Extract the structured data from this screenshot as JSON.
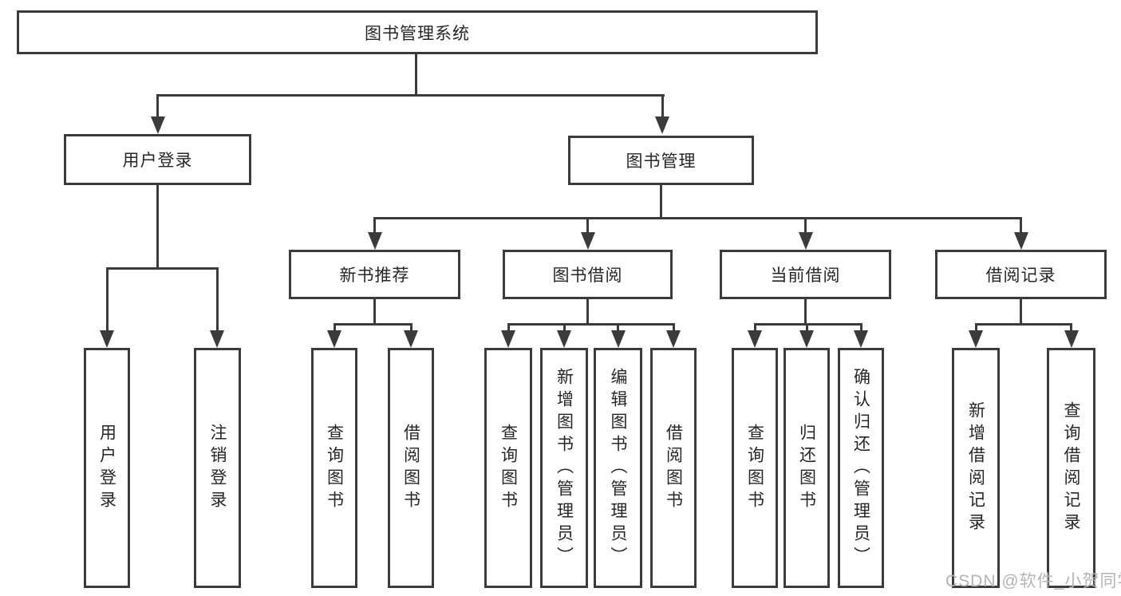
{
  "root_label": "图书管理系统",
  "user_login": {
    "label": "用户登录",
    "children": [
      "用户登录",
      "注销登录"
    ]
  },
  "book_mgmt": {
    "label": "图书管理"
  },
  "sections": {
    "new_book": {
      "label": "新书推荐",
      "children": [
        "查询图书",
        "借阅图书"
      ]
    },
    "borrow": {
      "label": "图书借阅",
      "children": [
        "查询图书",
        "新增图书（管理员）",
        "编辑图书（管理员）",
        "借阅图书"
      ]
    },
    "current": {
      "label": "当前借阅",
      "children": [
        "查询图书",
        "归还图书",
        "确认归还（管理员）"
      ]
    },
    "records": {
      "label": "借阅记录",
      "children": [
        "新增借阅记录",
        "查询借阅记录"
      ]
    }
  },
  "watermark": "CSDN @软件_小贺同学",
  "colors": {
    "line": "#3b3b3b",
    "text": "#262626",
    "background": "#ffffff",
    "watermark": "#b4b4b4"
  }
}
